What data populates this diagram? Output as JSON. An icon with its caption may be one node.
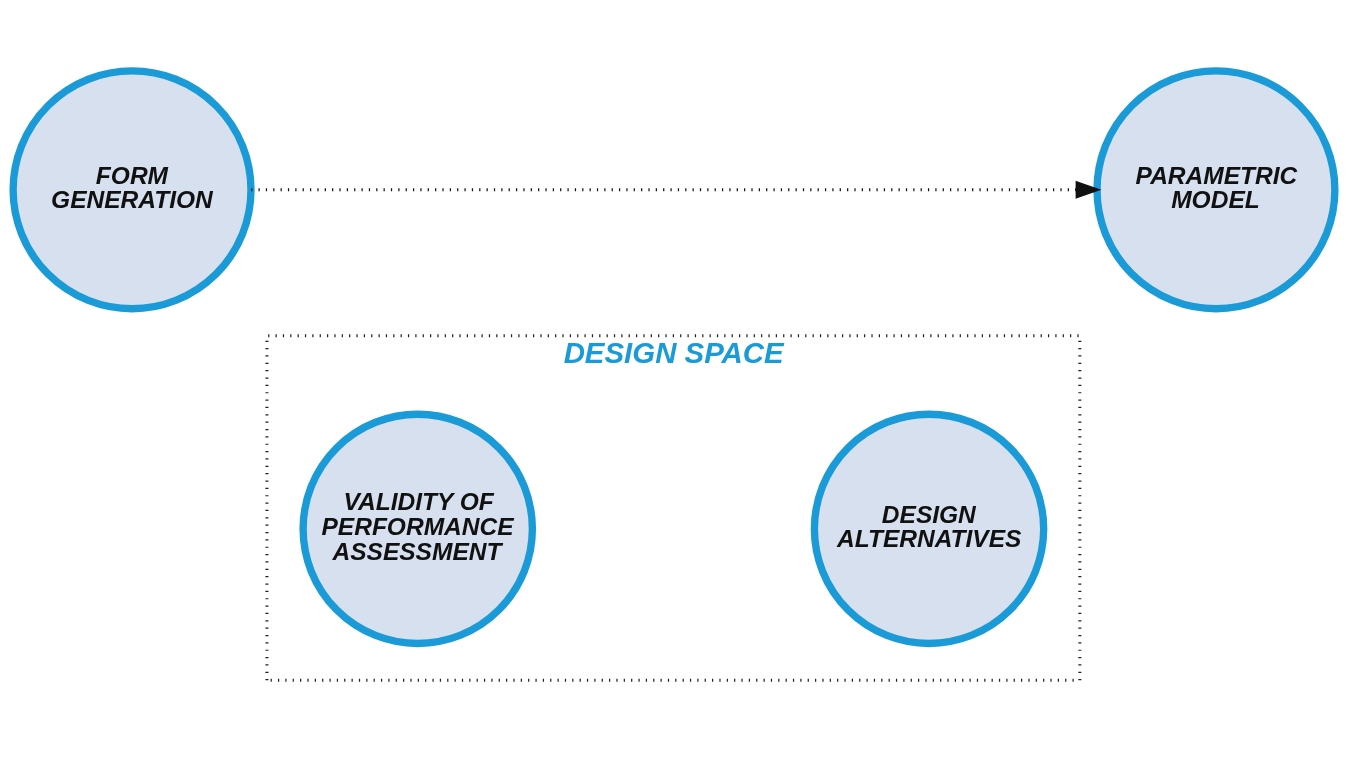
{
  "diagram": {
    "nodes": [
      {
        "text": [
          "FORM GENERATION"
        ]
      },
      {
        "text": [
          "PARAMETRIC MODEL"
        ]
      },
      {
        "text": [
          "DESIGN SPACE"
        ]
      },
      {
        "text": [
          "VALIDITY OF PERFORMANCE ASSESSMENT"
        ],
        "in": 2
      },
      {
        "text": [
          "DESIGN ALTERNATIVES"
        ],
        "in": 2
      }
    ],
    "edges": [
      {
        "from": 0,
        "to": 1,
        "arrow": "to",
        "style": "dashed"
      }
    ]
  }
}
